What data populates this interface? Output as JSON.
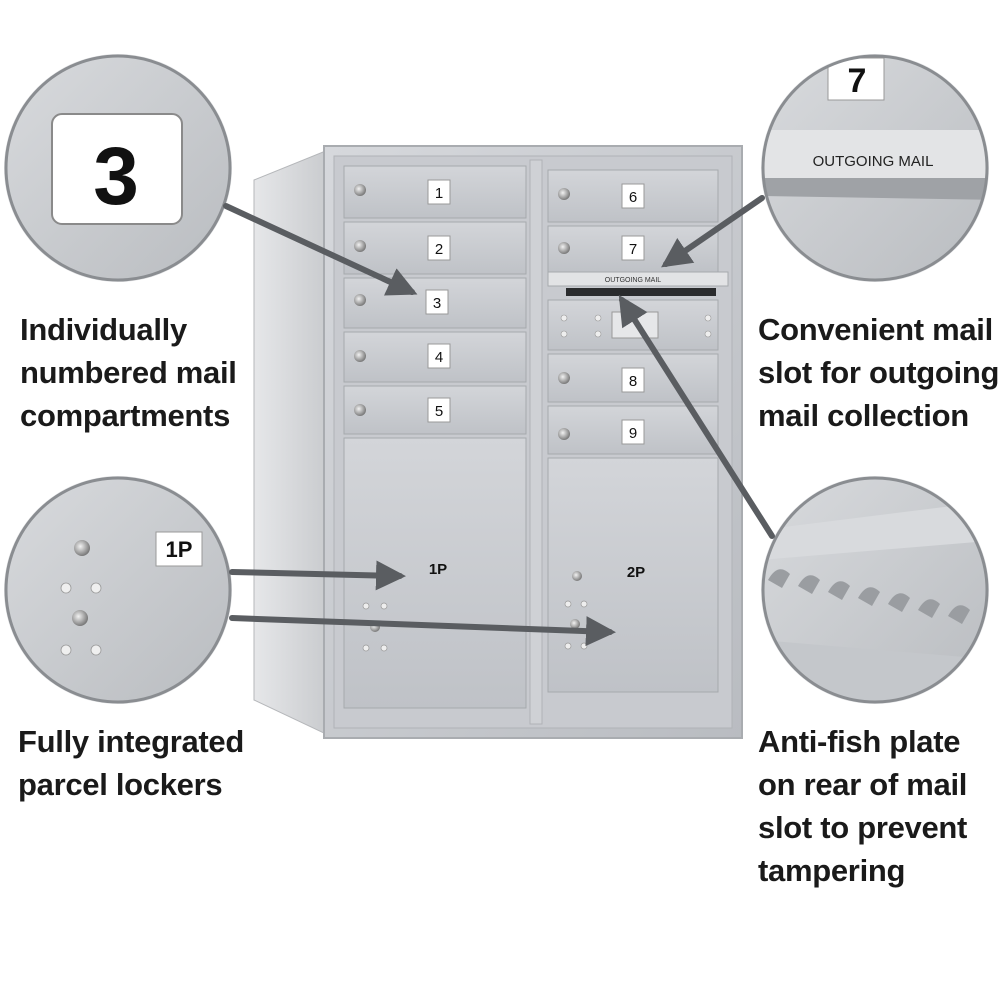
{
  "compartments": {
    "left_column": [
      "1",
      "2",
      "3",
      "4",
      "5"
    ],
    "right_column": [
      "6",
      "7",
      "8",
      "9"
    ]
  },
  "parcel_lockers": [
    "1P",
    "2P"
  ],
  "slot_label": "OUTGOING MAIL",
  "callouts": {
    "numbered": {
      "zoom_number": "3",
      "lines": [
        "Individually",
        "numbered mail",
        "compartments"
      ]
    },
    "mail_slot": {
      "zoom_number": "7",
      "zoom_label": "OUTGOING MAIL",
      "lines": [
        "Convenient mail",
        "slot for outgoing",
        "mail collection"
      ]
    },
    "parcel": {
      "zoom_label": "1P",
      "lines": [
        "Fully integrated",
        "parcel lockers"
      ]
    },
    "anti_fish": {
      "lines": [
        "Anti-fish plate",
        "on rear of mail",
        "slot to prevent",
        "tampering"
      ]
    }
  }
}
